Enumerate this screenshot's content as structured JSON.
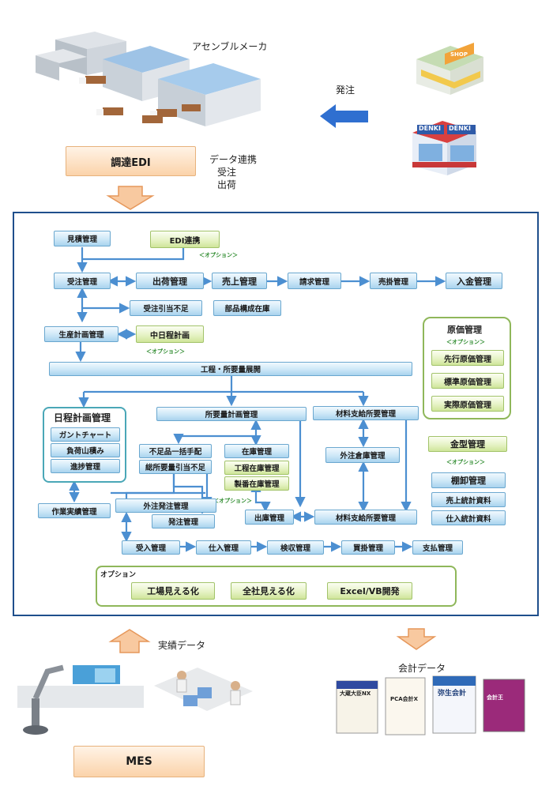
{
  "top": {
    "assembler_label": "アセンブルメーカ",
    "order_label": "発注",
    "edi_box": "調達EDI",
    "data_notes": [
      "データ連携",
      "受注",
      "出荷"
    ],
    "shop_sign": "SHOP",
    "denki_sign": "DENKI"
  },
  "flow": {
    "mitsumori": "見積管理",
    "edi_renkei": "EDI連携",
    "juchu": "受注管理",
    "shukka": "出荷管理",
    "uriage": "売上管理",
    "seikyu": "請求管理",
    "urikake": "売掛管理",
    "nyukin": "入金管理",
    "juchu_hikiate": "受注引当不足",
    "buhin_kosei": "部品構成在庫",
    "seisan_keikaku": "生産計画管理",
    "chu_nittei": "中日程計画",
    "tenkai": "工程・所要量展開",
    "nittei_title": "日程計画管理",
    "gantt": "ガントチャート",
    "fuka_yamazumi": "負荷山積み",
    "shinchoku": "進捗管理",
    "shoyoryo": "所要量計画管理",
    "fusoku_ikkatsu": "不足品一括手配",
    "zaiko": "在庫管理",
    "sou_shoyoryo": "総所要量引当不足",
    "kotei_zaiko": "工程在庫管理",
    "seiban_zaiko": "製番在庫管理",
    "zairyo_shikyu_shoyo": "材料支給所要管理",
    "gaichu_soko": "外注倉庫管理",
    "sagyo_jisseki": "作業実績管理",
    "gaichu_hacchu": "外注発注管理",
    "hacchu": "発注管理",
    "shukko": "出庫管理",
    "zairyo_shikyu_shoyo2": "材料支給所要管理",
    "ukeire": "受入管理",
    "shiire": "仕入管理",
    "kenshu": "検収管理",
    "kaikake": "買掛管理",
    "shiharai": "支払管理"
  },
  "option_tags": [
    "＜オプション＞",
    "＜オプション＞",
    "＜オプション＞",
    "＜オプション＞",
    "＜オプション＞"
  ],
  "genka": {
    "title": "原価管理",
    "option": "＜オプション＞",
    "items": [
      "先行原価管理",
      "標準原価管理",
      "実際原価管理"
    ]
  },
  "right": {
    "kanagata": "金型管理",
    "kanagata_option": "＜オプション＞",
    "tanaoroshi": "棚卸管理",
    "uriage_toukei": "売上統計資料",
    "shiire_toukei": "仕入統計資料"
  },
  "options_panel": {
    "title": "オプション",
    "items": [
      "工場見える化",
      "全社見える化",
      "Excel/VB開発"
    ]
  },
  "bottom": {
    "jisseki_label": "実績データ",
    "kaikei_label": "会計データ",
    "mes_box": "MES",
    "software": [
      "大蔵大臣NX",
      "PCA会計X",
      "弥生会計",
      "会計王"
    ]
  },
  "colors": {
    "main_frame": "#1f4f8c",
    "arrow_blue": "#4c8fd1",
    "orange_arrow": "#f3b27a",
    "green_frame": "#8fb75a"
  }
}
